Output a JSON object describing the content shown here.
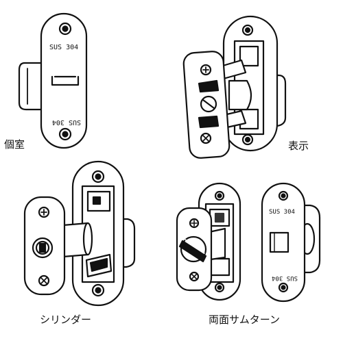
{
  "labels": {
    "koshitsu": "個室",
    "hyoji": "表示",
    "cylinder": "シリンダー",
    "ryomen": "両面サムターン"
  },
  "engravings": {
    "top": "SUS 304",
    "bottom_inverted": "SUS 304",
    "right_plate_top": "SUS 304",
    "right_plate_bottom_inverted": "SUS 304"
  }
}
